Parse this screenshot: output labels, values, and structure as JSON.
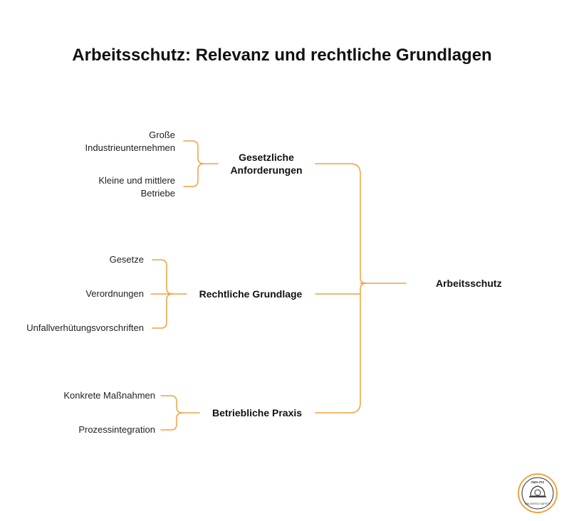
{
  "title": "Arbeitsschutz: Relevanz und rechtliche Grundlagen",
  "accent_color": "#F0A23E",
  "root": {
    "label": "Arbeitsschutz"
  },
  "branches": [
    {
      "label": "Gesetzliche Anforderungen",
      "children": [
        "Große Industrieunternehmen",
        "Kleine und mittlere Betriebe"
      ]
    },
    {
      "label": "Rechtliche Grundlage",
      "children": [
        "Gesetze",
        "Verordnungen",
        "Unfallverhütungsvorschriften"
      ]
    },
    {
      "label": "Betriebliche Praxis",
      "children": [
        "Konkrete Maßnahmen",
        "Prozessintegration"
      ]
    }
  ],
  "badge": {
    "top_text": "SMA-FIX",
    "bottom_text": "UNLIMITED SAFETY"
  }
}
